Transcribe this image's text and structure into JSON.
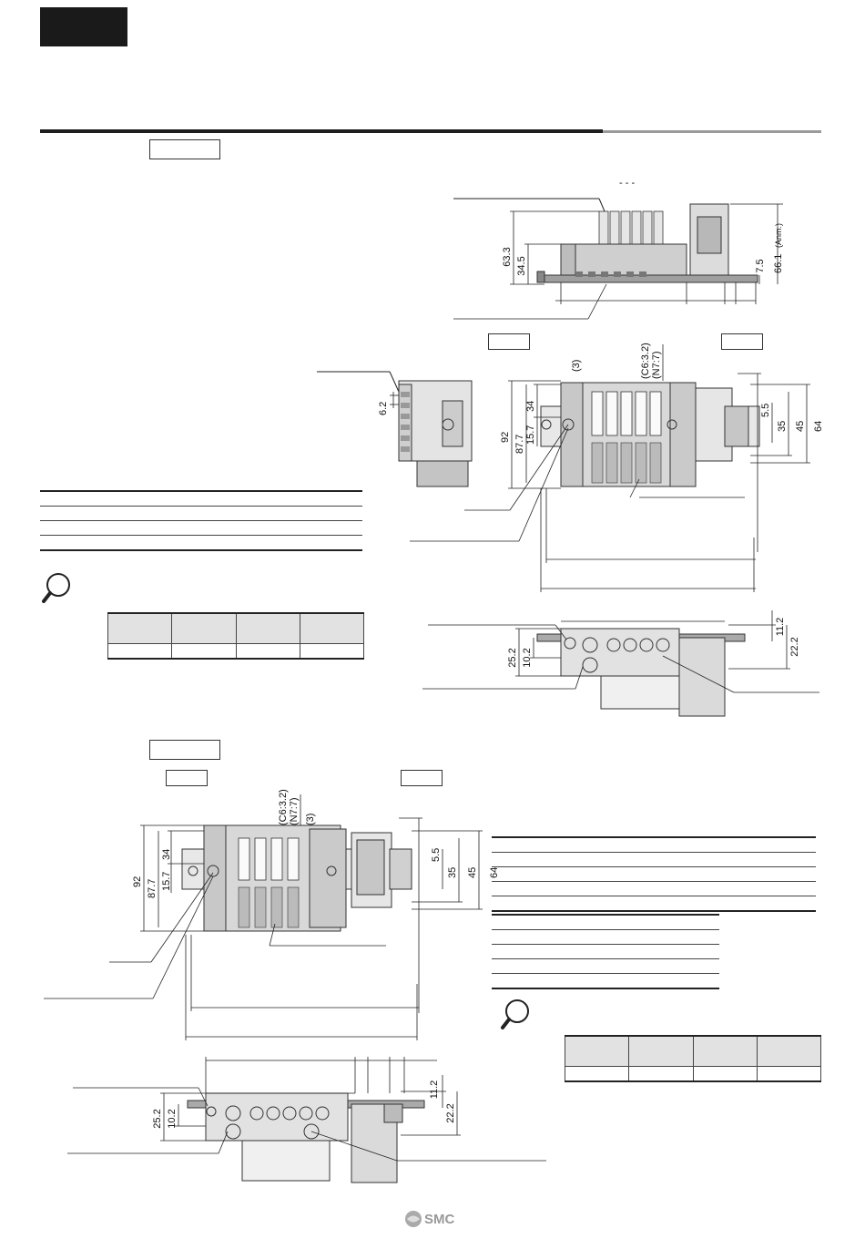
{
  "drawing_top": {
    "side_dims": {
      "d1": "63.3",
      "d2": "34.5",
      "d3": "7.5",
      "d4": "66.1",
      "anm": "(Anm.)",
      "dashes": "- - -"
    },
    "left_view_dims": {
      "d1": "6.2"
    },
    "plan_dims": {
      "d1": "(3)",
      "d2": "(C6:3.2)",
      "d3": "(N7:7)",
      "d4": "92",
      "d5": "87.7",
      "d6": "34",
      "d7": "15.7",
      "d8": "5.5",
      "d9": "35",
      "d10": "45",
      "d11": "64"
    },
    "bottom_dims": {
      "d1": "25.2",
      "d2": "10.2",
      "d3": "11.2",
      "d4": "22.2"
    }
  },
  "drawing_bottom": {
    "plan_dims": {
      "d1": "(C6:3.2)",
      "d2": "(N7:7)",
      "d3": "(3)",
      "d4": "92",
      "d5": "87.7",
      "d6": "34",
      "d7": "15.7",
      "d8": "5.5",
      "d9": "35",
      "d10": "45",
      "d11": "64"
    },
    "bottom_dims": {
      "d1": "25.2",
      "d2": "10.2",
      "d3": "11.2",
      "d4": "22.2"
    }
  },
  "logo": {
    "text": "SMC"
  }
}
